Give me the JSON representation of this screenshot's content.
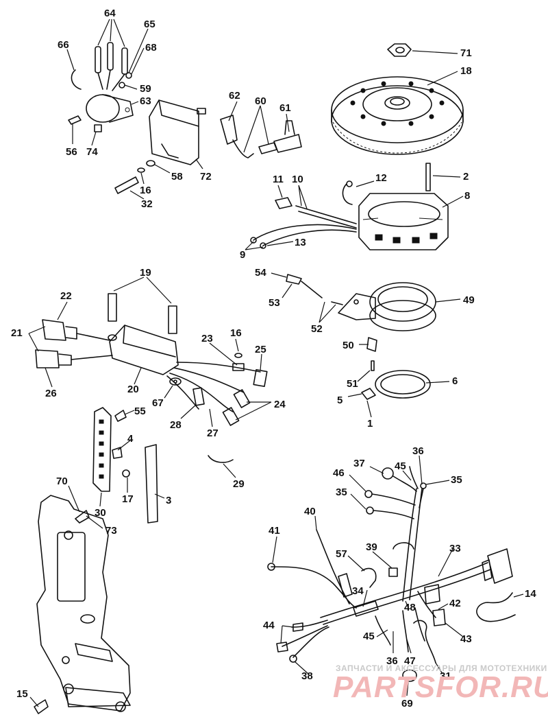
{
  "callouts": [
    "64",
    "65",
    "66",
    "68",
    "59",
    "63",
    "56",
    "74",
    "72",
    "58",
    "16",
    "32",
    "62",
    "60",
    "61",
    "71",
    "18",
    "2",
    "12",
    "11",
    "10",
    "8",
    "9",
    "13",
    "19",
    "22",
    "21",
    "20",
    "26",
    "23",
    "16",
    "25",
    "67",
    "28",
    "27",
    "24",
    "55",
    "4",
    "17",
    "3",
    "30",
    "70",
    "73",
    "15",
    "54",
    "53",
    "52",
    "49",
    "50",
    "51",
    "6",
    "5",
    "1",
    "29",
    "36",
    "37",
    "45",
    "46",
    "35",
    "35",
    "40",
    "41",
    "57",
    "39",
    "33",
    "34",
    "48",
    "42",
    "14",
    "44",
    "45",
    "36",
    "47",
    "43",
    "38",
    "31",
    "69"
  ],
  "watermark": {
    "tagline": "ЗАПЧАСТИ И АКСЕССУАРЫ ДЛЯ МОТОТЕХНИКИ",
    "brand": "PARTSFOR.RU"
  }
}
